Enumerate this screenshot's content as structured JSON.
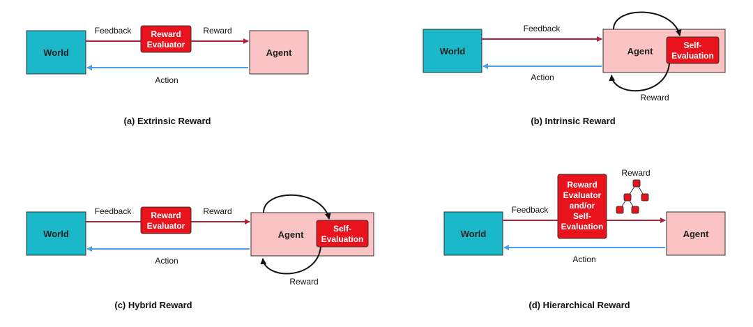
{
  "colors": {
    "world": "#1ab8c9",
    "agent": "#fbc4c4",
    "evaluator": "#e8131c",
    "feedback_arrow": "#b0243b",
    "action_arrow": "#4a9de6",
    "curve": "#111111"
  },
  "panel_a": {
    "world": "World",
    "agent": "Agent",
    "evaluator": [
      "Reward",
      "Evaluator"
    ],
    "feedback": "Feedback",
    "reward": "Reward",
    "action": "Action",
    "caption": "(a) Extrinsic Reward"
  },
  "panel_b": {
    "world": "World",
    "agent": "Agent",
    "self_eval": [
      "Self-",
      "Evaluation"
    ],
    "feedback": "Feedback",
    "action": "Action",
    "reward": "Reward",
    "caption": "(b) Intrinsic Reward"
  },
  "panel_c": {
    "world": "World",
    "agent": "Agent",
    "evaluator": [
      "Reward",
      "Evaluator"
    ],
    "self_eval": [
      "Self-",
      "Evaluation"
    ],
    "feedback": "Feedback",
    "reward_top": "Reward",
    "action": "Action",
    "reward_loop": "Reward",
    "caption": "(c) Hybrid Reward"
  },
  "panel_d": {
    "world": "World",
    "agent": "Agent",
    "evaluator": [
      "Reward",
      "Evaluator",
      "and/or",
      "Self-",
      "Evaluation"
    ],
    "feedback": "Feedback",
    "reward": "Reward",
    "action": "Action",
    "caption": "(d) Hierarchical Reward"
  }
}
